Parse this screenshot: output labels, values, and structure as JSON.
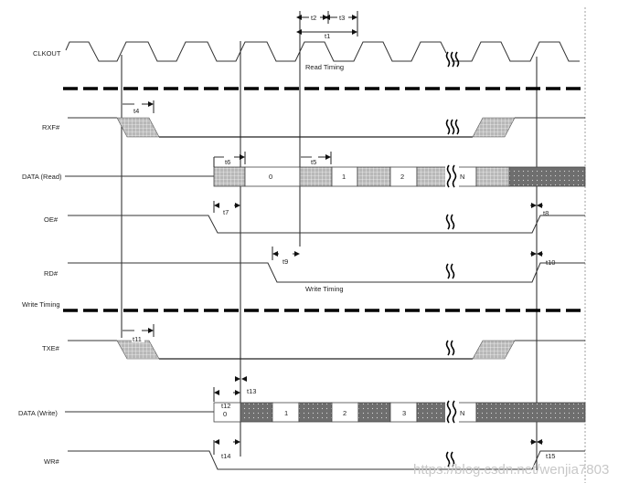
{
  "signals": {
    "clkout": "CLKOUT",
    "rxf": "RXF#",
    "data_read": "DATA (Read)",
    "oe": "OE#",
    "rd": "RD#",
    "write_timing": "Write Timing",
    "txe": "TXE#",
    "data_write": "DATA (Write)",
    "wr": "WR#"
  },
  "section_labels": {
    "read_timing": "Read Timing",
    "write_timing": "Write Timing"
  },
  "timing_params": {
    "t1": "t1",
    "t2": "t2",
    "t3": "t3",
    "t4": "t4",
    "t5": "t5",
    "t6": "t6",
    "t7": "t7",
    "t8": "t8",
    "t9": "t9",
    "t10": "t10",
    "t11": "t11",
    "t12": "t12",
    "t13": "t13",
    "t14": "t14",
    "t15": "t15"
  },
  "data_read_cells": [
    "0",
    "1",
    "2",
    "N"
  ],
  "data_write_cells": [
    "0",
    "1",
    "2",
    "3",
    "N"
  ],
  "colors": {
    "hatch_light": "#9a9a9a",
    "hatch_dark": "#6a6a6a",
    "line": "#222222"
  },
  "watermark": "https://blog.csdn.net/wenjia7803"
}
